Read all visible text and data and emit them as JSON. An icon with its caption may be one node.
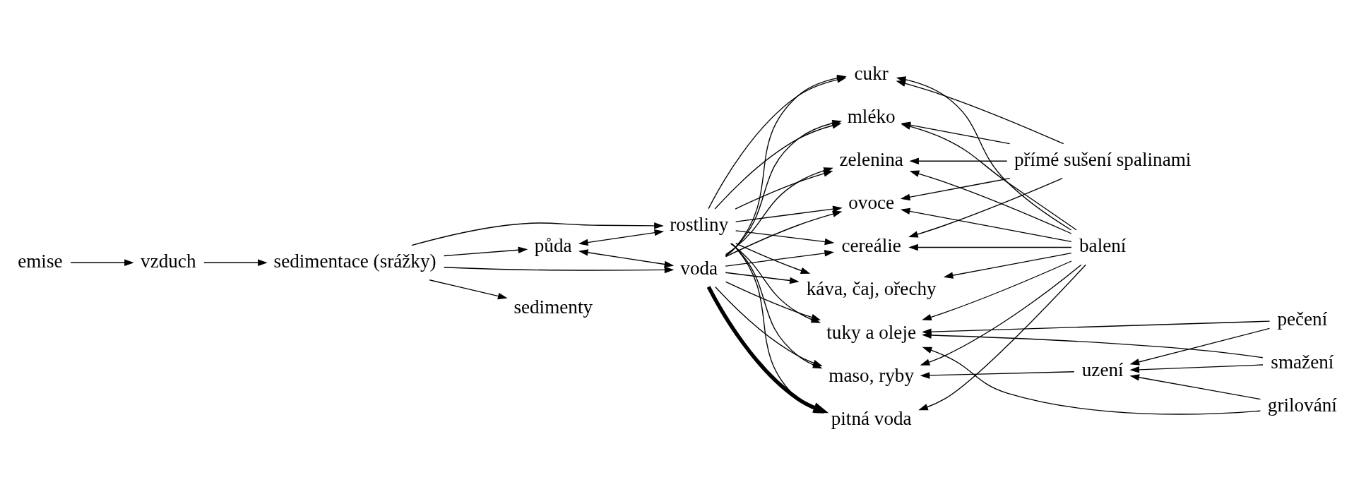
{
  "diagram": {
    "nodes": [
      {
        "text": [
          "emise"
        ]
      },
      {
        "text": [
          "vzduch"
        ]
      },
      {
        "text": [
          "sedimentace (srážky)"
        ]
      },
      {
        "text": [
          "rostliny"
        ]
      },
      {
        "text": [
          "půda"
        ]
      },
      {
        "text": [
          "sedimenty"
        ]
      },
      {
        "text": [
          "voda"
        ]
      },
      {
        "text": [
          "cukr"
        ]
      },
      {
        "text": [
          "mléko"
        ]
      },
      {
        "text": [
          "zelenina"
        ]
      },
      {
        "text": [
          "ovoce"
        ]
      },
      {
        "text": [
          "cereálie"
        ]
      },
      {
        "text": [
          "káva, čaj, ořechy"
        ]
      },
      {
        "text": [
          "tuky a oleje"
        ]
      },
      {
        "text": [
          "maso, ryby"
        ]
      },
      {
        "text": [
          "pitná voda"
        ]
      },
      {
        "text": [
          "přímé sušení spalinami"
        ]
      },
      {
        "text": [
          "pečení"
        ]
      },
      {
        "text": [
          "smažení"
        ]
      },
      {
        "text": [
          "grilování"
        ]
      },
      {
        "text": [
          "uzení"
        ]
      },
      {
        "text": [
          "balení"
        ]
      }
    ],
    "edges": [
      {
        "from": 0,
        "to": 1,
        "arrow": "to"
      },
      {
        "from": 1,
        "to": 2,
        "arrow": "to"
      },
      {
        "from": 2,
        "to": 3,
        "arrow": "to"
      },
      {
        "from": 2,
        "to": 4,
        "arrow": "to"
      },
      {
        "from": 2,
        "to": 5,
        "arrow": "to"
      },
      {
        "from": 2,
        "to": 6,
        "arrow": "to"
      },
      {
        "from": 4,
        "to": 3,
        "arrow": "both"
      },
      {
        "from": 4,
        "to": 6,
        "arrow": "both"
      },
      {
        "from": 3,
        "to": 7,
        "arrow": "to"
      },
      {
        "from": 3,
        "to": 8,
        "arrow": "to"
      },
      {
        "from": 3,
        "to": 9,
        "arrow": "to"
      },
      {
        "from": 3,
        "to": 10,
        "arrow": "to"
      },
      {
        "from": 3,
        "to": 11,
        "arrow": "to"
      },
      {
        "from": 3,
        "to": 12,
        "arrow": "to"
      },
      {
        "from": 3,
        "to": 13,
        "arrow": "to"
      },
      {
        "from": 3,
        "to": 14,
        "arrow": "to"
      },
      {
        "from": 3,
        "to": 15,
        "arrow": "to"
      },
      {
        "from": 6,
        "to": 7,
        "arrow": "to"
      },
      {
        "from": 6,
        "to": 8,
        "arrow": "to"
      },
      {
        "from": 6,
        "to": 9,
        "arrow": "to"
      },
      {
        "from": 6,
        "to": 10,
        "arrow": "to"
      },
      {
        "from": 6,
        "to": 11,
        "arrow": "to"
      },
      {
        "from": 6,
        "to": 12,
        "arrow": "to"
      },
      {
        "from": 6,
        "to": 13,
        "arrow": "to"
      },
      {
        "from": 6,
        "to": 14,
        "arrow": "to"
      },
      {
        "from": 6,
        "to": 15,
        "arrow": "to",
        "style": "thick"
      },
      {
        "from": 16,
        "to": 7,
        "arrow": "to"
      },
      {
        "from": 16,
        "to": 8,
        "arrow": "to"
      },
      {
        "from": 16,
        "to": 9,
        "arrow": "to"
      },
      {
        "from": 16,
        "to": 10,
        "arrow": "to"
      },
      {
        "from": 16,
        "to": 11,
        "arrow": "to"
      },
      {
        "from": 17,
        "to": 13,
        "arrow": "to"
      },
      {
        "from": 18,
        "to": 13,
        "arrow": "to"
      },
      {
        "from": 19,
        "to": 13,
        "arrow": "to"
      },
      {
        "from": 17,
        "to": 20,
        "arrow": "to"
      },
      {
        "from": 18,
        "to": 20,
        "arrow": "to"
      },
      {
        "from": 19,
        "to": 20,
        "arrow": "to"
      },
      {
        "from": 20,
        "to": 14,
        "arrow": "to"
      },
      {
        "from": 21,
        "to": 7,
        "arrow": "to"
      },
      {
        "from": 21,
        "to": 8,
        "arrow": "to"
      },
      {
        "from": 21,
        "to": 9,
        "arrow": "to"
      },
      {
        "from": 21,
        "to": 10,
        "arrow": "to"
      },
      {
        "from": 21,
        "to": 11,
        "arrow": "to"
      },
      {
        "from": 21,
        "to": 12,
        "arrow": "to"
      },
      {
        "from": 21,
        "to": 13,
        "arrow": "to"
      },
      {
        "from": 21,
        "to": 14,
        "arrow": "to"
      },
      {
        "from": 21,
        "to": 15,
        "arrow": "to"
      }
    ]
  }
}
